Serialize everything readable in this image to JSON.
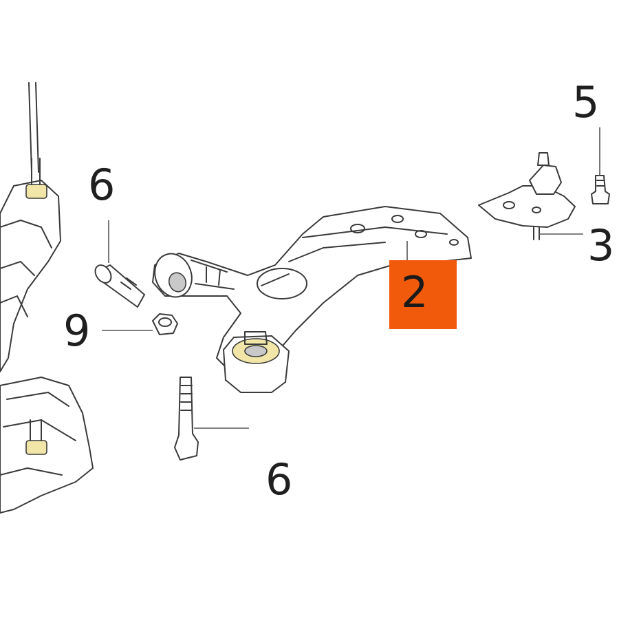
{
  "highlight_color": "#f25a0b",
  "callouts": {
    "c5": "5",
    "c6_upper": "6",
    "c3": "3",
    "c2": "2",
    "c9": "9",
    "c6_lower": "6"
  }
}
